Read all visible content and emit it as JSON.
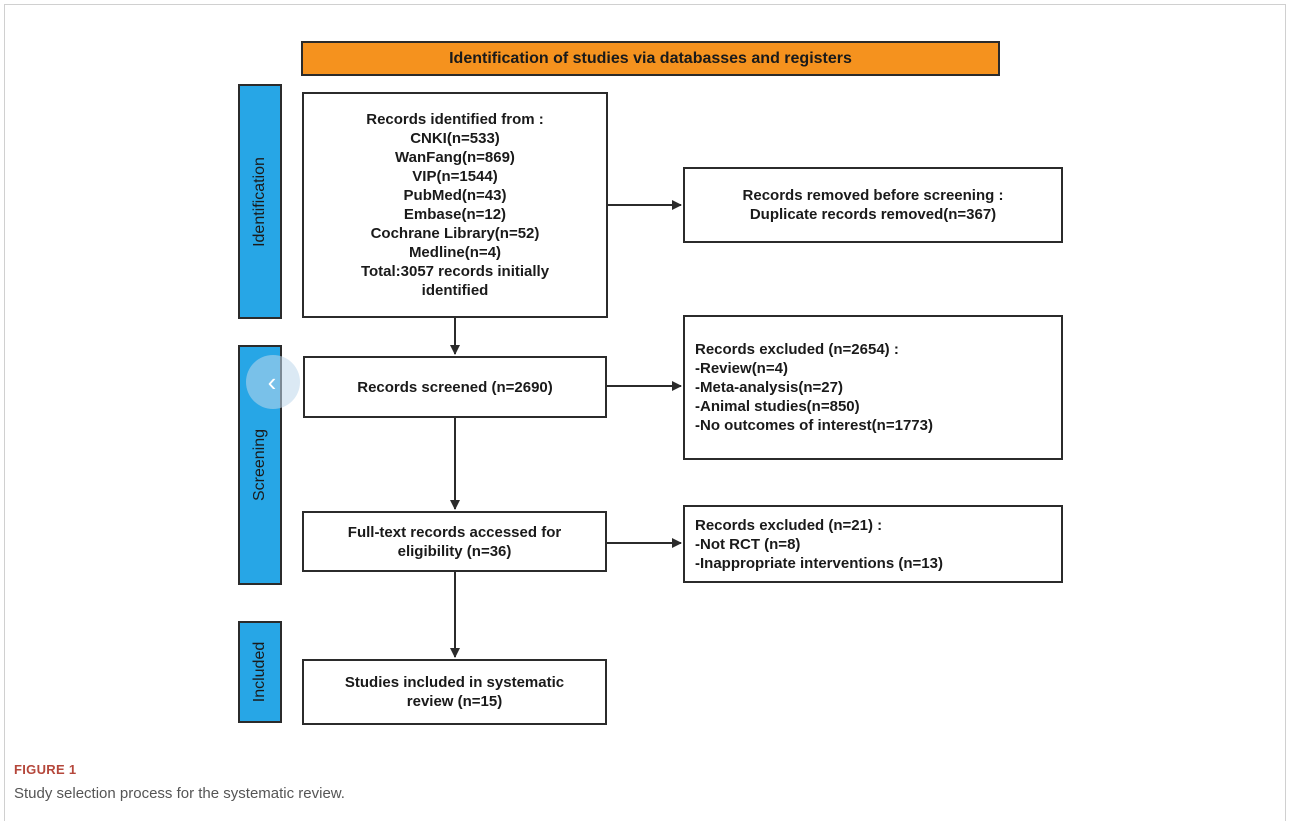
{
  "header": {
    "title": "Identification of studies via databasses and registers"
  },
  "stages": {
    "identification": "Identification",
    "screening": "Screening",
    "included": "Included"
  },
  "records_identified": {
    "lines": [
      "Records identified from :",
      "CNKI(n=533)",
      "WanFang(n=869)",
      "VIP(n=1544)",
      "PubMed(n=43)",
      "Embase(n=12)",
      "Cochrane Library(n=52)",
      "Medline(n=4)",
      "Total:3057 records initially",
      "identified"
    ]
  },
  "records_removed": {
    "lines": [
      "Records removed before screening :",
      "Duplicate records removed(n=367)"
    ]
  },
  "records_screened": {
    "lines": [
      "Records screened (n=2690)"
    ]
  },
  "records_excluded_screening": {
    "lines": [
      "Records excluded  (n=2654) :",
      "-Review(n=4)",
      "-Meta-analysis(n=27)",
      "-Animal studies(n=850)",
      "-No outcomes of interest(n=1773)"
    ]
  },
  "full_text": {
    "lines": [
      "Full-text records accessed for",
      "eligibility  (n=36)"
    ]
  },
  "records_excluded_full_text": {
    "lines": [
      "Records excluded (n=21) :",
      "-Not RCT (n=8)",
      "-Inappropriate interventions (n=13)"
    ]
  },
  "included_studies": {
    "lines": [
      "Studies included in systematic",
      "review   (n=15)"
    ]
  },
  "navigation": {
    "prev_glyph": "‹"
  },
  "figure": {
    "label": "FIGURE 1",
    "caption": "Study selection process for the systematic review."
  },
  "colors": {
    "header_fill": "#f5921e",
    "stage_fill": "#27a6e6",
    "figure_label": "#b5473b",
    "border": "#2b2b2b"
  }
}
